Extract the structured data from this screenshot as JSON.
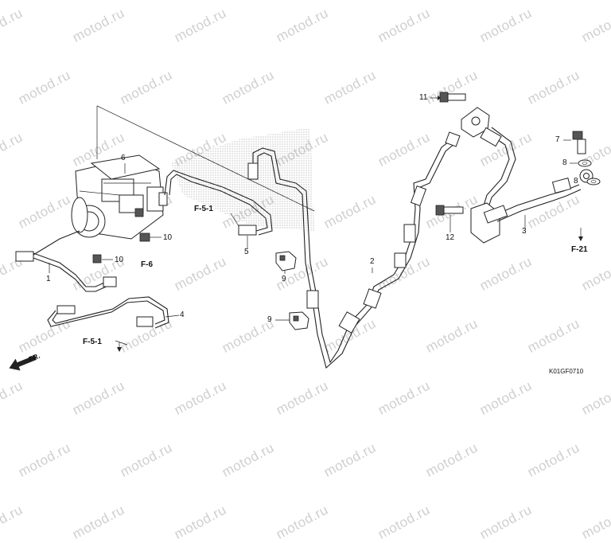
{
  "watermark": {
    "text": "motod.ru"
  },
  "diagram_code": "K01GF0710",
  "direction": {
    "label": "FR."
  },
  "callouts": [
    {
      "id": "c1",
      "label": "1"
    },
    {
      "id": "c2",
      "label": "2"
    },
    {
      "id": "c3",
      "label": "3"
    },
    {
      "id": "c4",
      "label": "4"
    },
    {
      "id": "c5",
      "label": "5"
    },
    {
      "id": "c6",
      "label": "6"
    },
    {
      "id": "c7",
      "label": "7"
    },
    {
      "id": "c8a",
      "label": "8"
    },
    {
      "id": "c8b",
      "label": "8"
    },
    {
      "id": "c9a",
      "label": "9"
    },
    {
      "id": "c9b",
      "label": "9"
    },
    {
      "id": "c10a",
      "label": "10"
    },
    {
      "id": "c10b",
      "label": "10"
    },
    {
      "id": "c11",
      "label": "11"
    },
    {
      "id": "c12",
      "label": "12"
    }
  ],
  "references": [
    {
      "id": "r1",
      "label": "F-5-1"
    },
    {
      "id": "r2",
      "label": "F-6"
    },
    {
      "id": "r3",
      "label": "F-5-1"
    },
    {
      "id": "r4",
      "label": "F-21"
    }
  ]
}
